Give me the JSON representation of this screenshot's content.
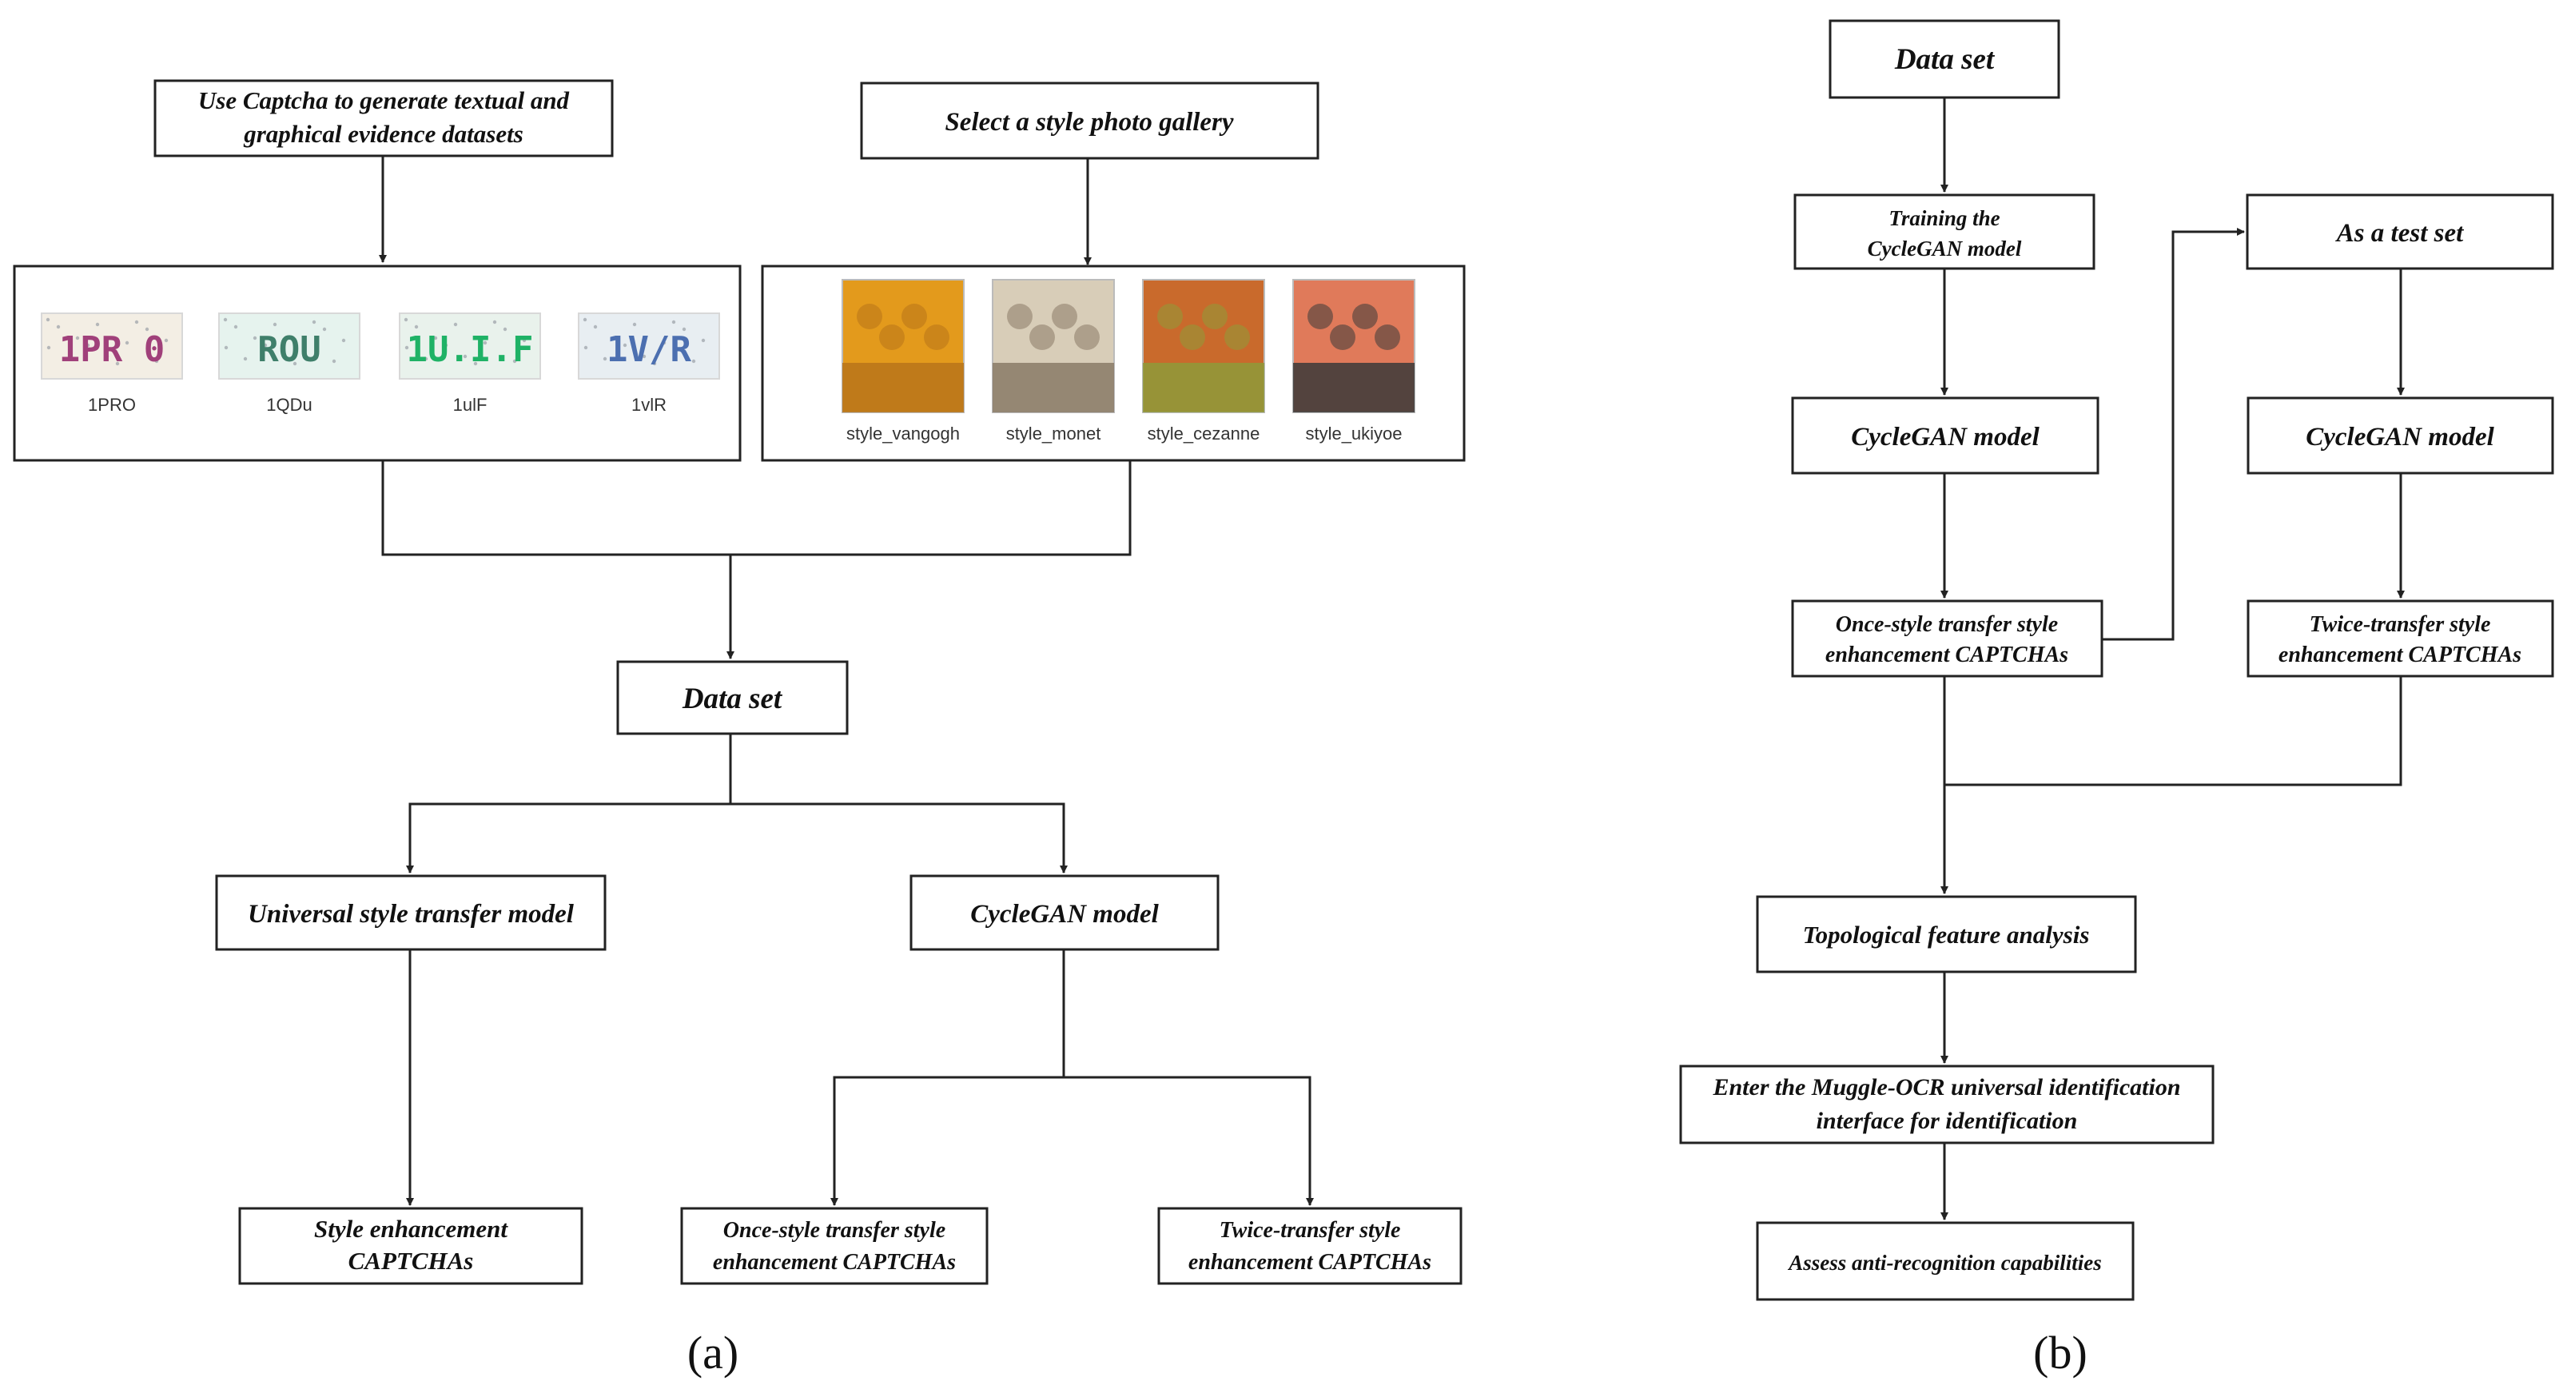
{
  "panel_a": {
    "caption": "(a)",
    "captcha_source": [
      "Use Captcha to generate textual and",
      "graphical evidence datasets"
    ],
    "style_source": "Select a style photo gallery",
    "captcha_samples": [
      {
        "image_text": "1PR 0",
        "label": "1PRO",
        "color": "#a0407a",
        "bg": "#f3eee4"
      },
      {
        "image_text": "ROU",
        "label": "1QDu",
        "color": "#3f7f6a",
        "bg": "#e6f3ee"
      },
      {
        "image_text": "1U.I.F",
        "label": "1ulF",
        "color": "#1fb266",
        "bg": "#e9f2ec"
      },
      {
        "image_text": "1V/R",
        "label": "1vlR",
        "color": "#4c6fb0",
        "bg": "#e8eef2"
      }
    ],
    "style_samples": [
      {
        "label": "style_vangogh",
        "primary": "#e39a1c",
        "secondary": "#b8741a"
      },
      {
        "label": "style_monet",
        "primary": "#d8cdb8",
        "secondary": "#8a7a66"
      },
      {
        "label": "style_cezanne",
        "primary": "#c96a2c",
        "secondary": "#8e9a3a"
      },
      {
        "label": "style_ukiyoe",
        "primary": "#e07a5a",
        "secondary": "#3a3a3a"
      }
    ],
    "dataset": "Data set",
    "universal_model": "Universal style transfer model",
    "cyclegan_model": "CycleGAN model",
    "style_enhancement": [
      "Style enhancement",
      "CAPTCHAs"
    ],
    "once_style": [
      "Once-style transfer style",
      "enhancement CAPTCHAs"
    ],
    "twice_transfer": [
      "Twice-transfer style",
      "enhancement CAPTCHAs"
    ]
  },
  "panel_b": {
    "caption": "(b)",
    "dataset": "Data set",
    "training": [
      "Training the",
      "CycleGAN model"
    ],
    "test_set": "As a test set",
    "cyclegan_left": "CycleGAN model",
    "cyclegan_right": "CycleGAN model",
    "once_style": [
      "Once-style transfer style",
      "enhancement CAPTCHAs"
    ],
    "twice_transfer": [
      "Twice-transfer style",
      "enhancement CAPTCHAs"
    ],
    "topological": "Topological feature analysis",
    "muggle": [
      "Enter the Muggle-OCR universal identification",
      "interface for identification"
    ],
    "assess": "Assess anti-recognition capabilities"
  }
}
